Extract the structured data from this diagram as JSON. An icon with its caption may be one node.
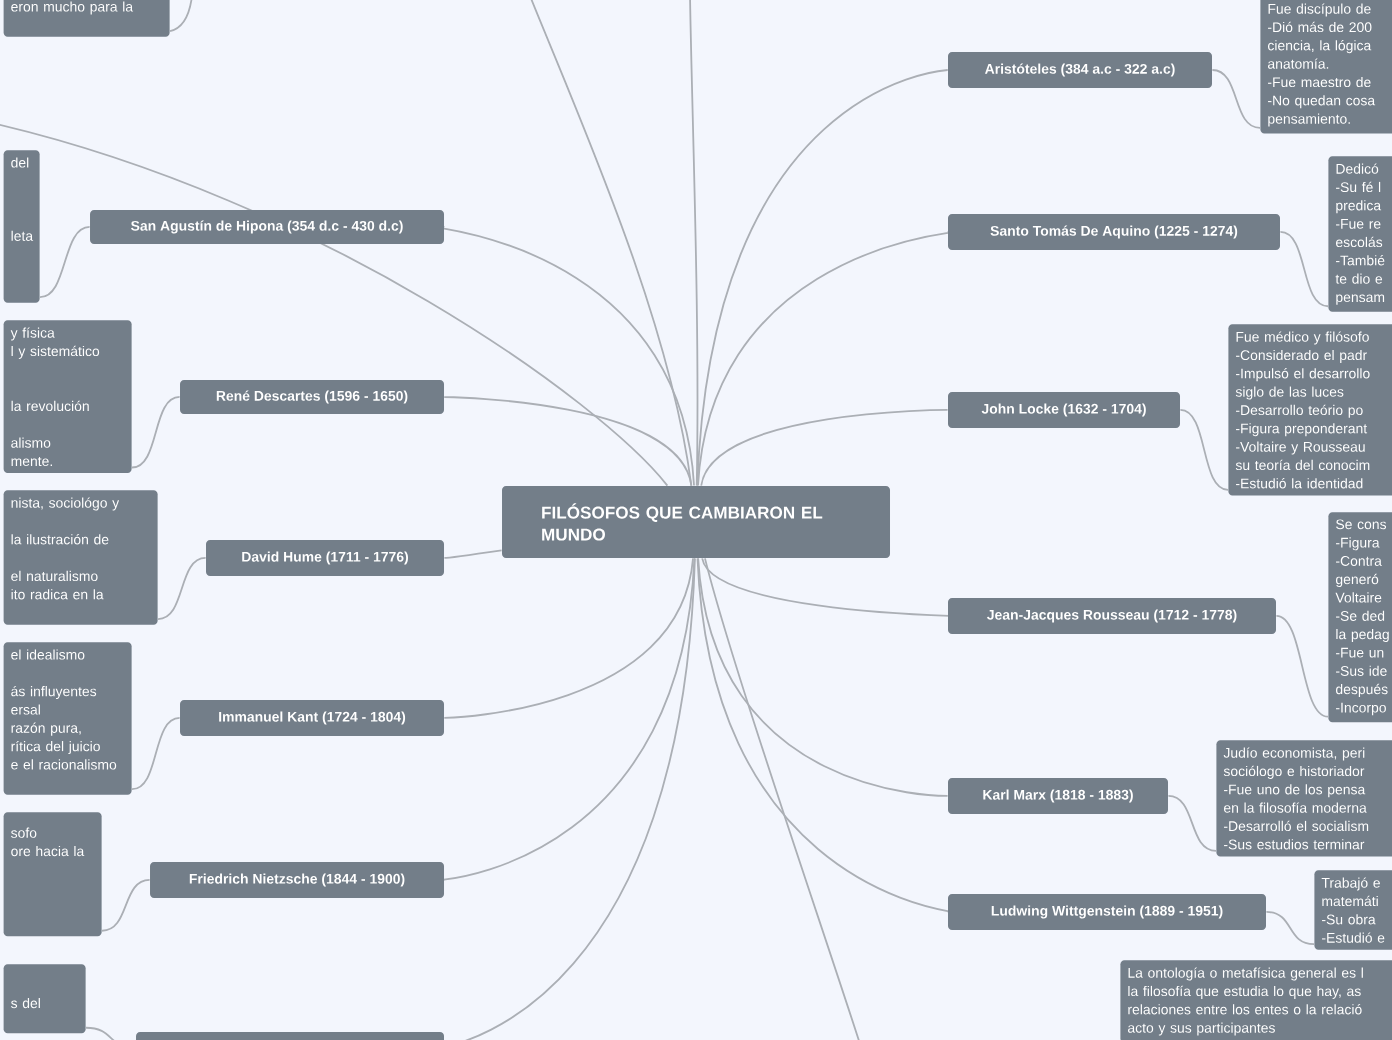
{
  "diagram": {
    "nodes": [
      {
        "text": [
          "FILÓSOFOS QUE CAMBIARON EL MUNDO"
        ]
      },
      {
        "text": [
          "San Agustín de Hipona (354 d.c - 430 d.c)"
        ]
      },
      {
        "text": [
          "René Descartes (1596 - 1650)"
        ]
      },
      {
        "text": [
          "David Hume (1711 - 1776)"
        ]
      },
      {
        "text": [
          "Immanuel Kant (1724 - 1804)"
        ]
      },
      {
        "text": [
          "Friedrich Nietzsche (1844 - 1900)"
        ]
      },
      {
        "text": [],
        "shape": "box"
      },
      {
        "text": [
          "Aristóteles (384 a.c - 322 a.c)"
        ]
      },
      {
        "text": [
          "Santo Tomás De Aquino (1225 - 1274)"
        ]
      },
      {
        "text": [
          "John Locke (1632 - 1704)"
        ]
      },
      {
        "text": [
          "Jean-Jacques Rousseau (1712 - 1778)"
        ]
      },
      {
        "text": [
          "Karl Marx (1818 - 1883)"
        ]
      },
      {
        "text": [
          "Ludwing Wittgenstein (1889 - 1951)"
        ]
      },
      {
        "text": [
          "eron mucho para la"
        ]
      },
      {
        "text": [
          "del",
          "leta"
        ]
      },
      {
        "text": [
          "y física",
          "l y sistemático",
          "la revolución",
          "alismo",
          "mente."
        ]
      },
      {
        "text": [
          "nista, sociológo y",
          "la ilustración de",
          "el naturalismo",
          "ito radica en la"
        ]
      },
      {
        "text": [
          "el idealismo",
          "ás influyentes",
          "ersal",
          "razón pura,",
          "rítica del juicio",
          "e el racionalismo"
        ]
      },
      {
        "text": [
          "sofo",
          "ore hacia la"
        ]
      },
      {
        "text": [
          "s del"
        ]
      },
      {
        "text": [
          "Fue discípulo de",
          "-Dió más de 200",
          "ciencia, la lógica",
          "anatomía.",
          "-Fue maestro de",
          "-No quedan cosa",
          "pensamiento."
        ]
      },
      {
        "text": [
          "Dedicó",
          "-Su fé l",
          "predica",
          "-Fue re",
          "escolás",
          "-Tambié",
          "te dio e",
          "pensam"
        ]
      },
      {
        "text": [
          "Fue médico y filósofo",
          "-Considerado el padr",
          "-Impulsó el desarrollo",
          "siglo de las luces",
          "-Desarrollo teório po",
          "-Figura preponderant",
          "-Voltaire y Rousseau",
          "su teoría del conocim",
          "-Estudió la identidad"
        ]
      },
      {
        "text": [
          "Se cons",
          "-Figura",
          "-Contra",
          "generó",
          "Voltaire",
          "-Se ded",
          "la pedag",
          "-Fue un",
          "-Sus ide",
          "después",
          "-Incorpo"
        ]
      },
      {
        "text": [
          "Judío economista, peri",
          "sociólogo e historiador",
          "-Fue uno de los pensa",
          "en la filosofía moderna",
          "-Desarrolló el socialism",
          "-Sus estudios terminar"
        ]
      },
      {
        "text": [
          "Trabajó e",
          "matemáti",
          "-Su obra",
          "-Estudió e"
        ]
      },
      {
        "text": [
          "La ontología o metafísica general es l",
          "la filosofía que estudia lo que hay, as",
          "relaciones entre los entes o la relació",
          "acto y sus participantes"
        ]
      }
    ],
    "edges": [
      {
        "from": 0,
        "to": 1,
        "arrow": "none"
      },
      {
        "from": 0,
        "to": 2,
        "arrow": "none"
      },
      {
        "from": 0,
        "to": 3,
        "arrow": "none"
      },
      {
        "from": 0,
        "to": 4,
        "arrow": "none"
      },
      {
        "from": 0,
        "to": 5,
        "arrow": "none"
      },
      {
        "from": 0,
        "to": 6,
        "arrow": "none"
      },
      {
        "from": 0,
        "to": 7,
        "arrow": "none"
      },
      {
        "from": 0,
        "to": 8,
        "arrow": "none"
      },
      {
        "from": 0,
        "to": 9,
        "arrow": "none"
      },
      {
        "from": 0,
        "to": 10,
        "arrow": "none"
      },
      {
        "from": 0,
        "to": 11,
        "arrow": "none"
      },
      {
        "from": 0,
        "to": 12,
        "arrow": "none"
      },
      {
        "from": 1,
        "to": 14,
        "arrow": "none"
      },
      {
        "from": 2,
        "to": 15,
        "arrow": "none"
      },
      {
        "from": 3,
        "to": 16,
        "arrow": "none"
      },
      {
        "from": 4,
        "to": 17,
        "arrow": "none"
      },
      {
        "from": 5,
        "to": 18,
        "arrow": "none"
      },
      {
        "from": 6,
        "to": 19,
        "arrow": "none"
      },
      {
        "from": 7,
        "to": 20,
        "arrow": "none"
      },
      {
        "from": 8,
        "to": 21,
        "arrow": "none"
      },
      {
        "from": 9,
        "to": 22,
        "arrow": "none"
      },
      {
        "from": 10,
        "to": 23,
        "arrow": "none"
      },
      {
        "from": 11,
        "to": 24,
        "arrow": "none"
      },
      {
        "from": 12,
        "to": 25,
        "arrow": "none"
      },
      {
        "from": 0,
        "to": null,
        "arrow": "none"
      },
      {
        "from": 0,
        "to": null,
        "arrow": "none"
      },
      {
        "from": 0,
        "to": null,
        "arrow": "none"
      },
      {
        "from": 0,
        "to": null,
        "arrow": "none"
      },
      {
        "from": 13,
        "to": null,
        "arrow": "none"
      }
    ]
  }
}
